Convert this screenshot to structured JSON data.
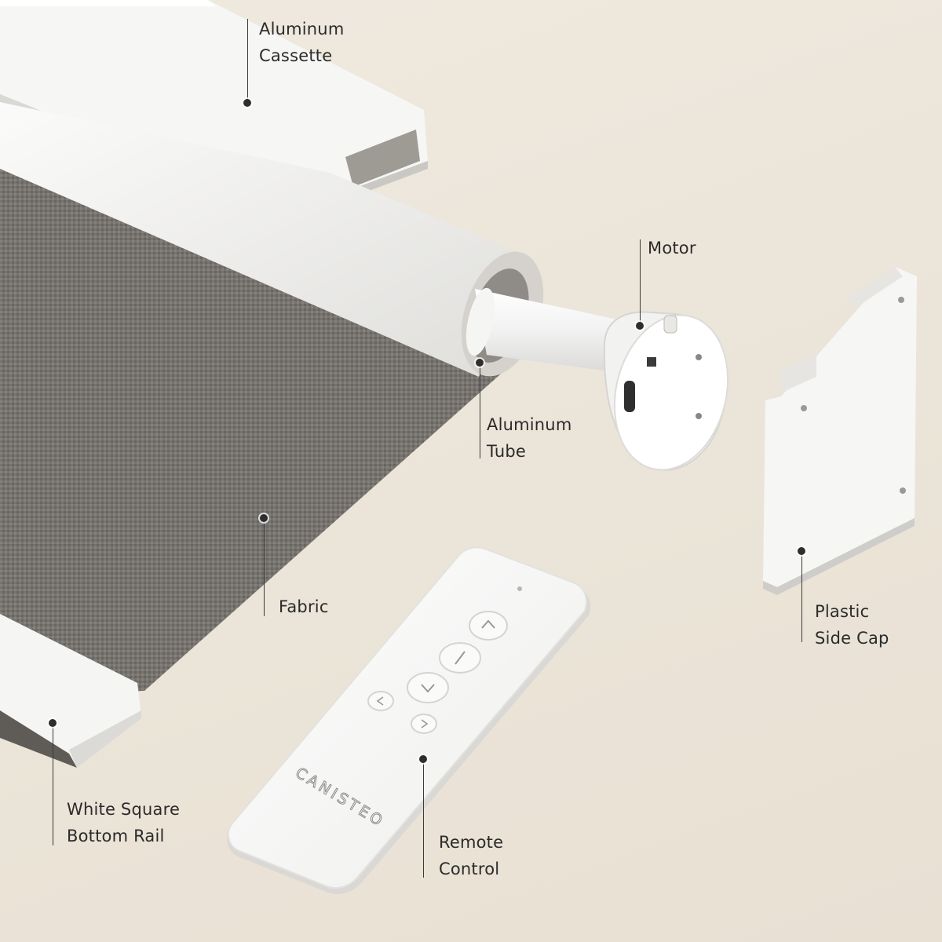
{
  "brand": {
    "remote_logo": "CANISTEO"
  },
  "remote": {
    "buttons": [
      "up-arrow",
      "stop",
      "down-arrow",
      "left-arrow",
      "right-arrow"
    ]
  },
  "callouts": {
    "cassette": {
      "line1": "Aluminum",
      "line2": "Cassette"
    },
    "motor": {
      "line1": "Motor"
    },
    "tube": {
      "line1": "Aluminum",
      "line2": "Tube"
    },
    "fabric": {
      "line1": "Fabric"
    },
    "side_cap": {
      "line1": "Plastic",
      "line2": "Side Cap"
    },
    "bottom_rail": {
      "line1": "White Square",
      "line2": "Bottom Rail"
    },
    "remote": {
      "line1": "Remote",
      "line2": "Control"
    }
  },
  "colors": {
    "background": "#ece5da",
    "fabric": "#7a7773",
    "white_parts": "#f4f3f0",
    "text": "#2b2b2b"
  }
}
